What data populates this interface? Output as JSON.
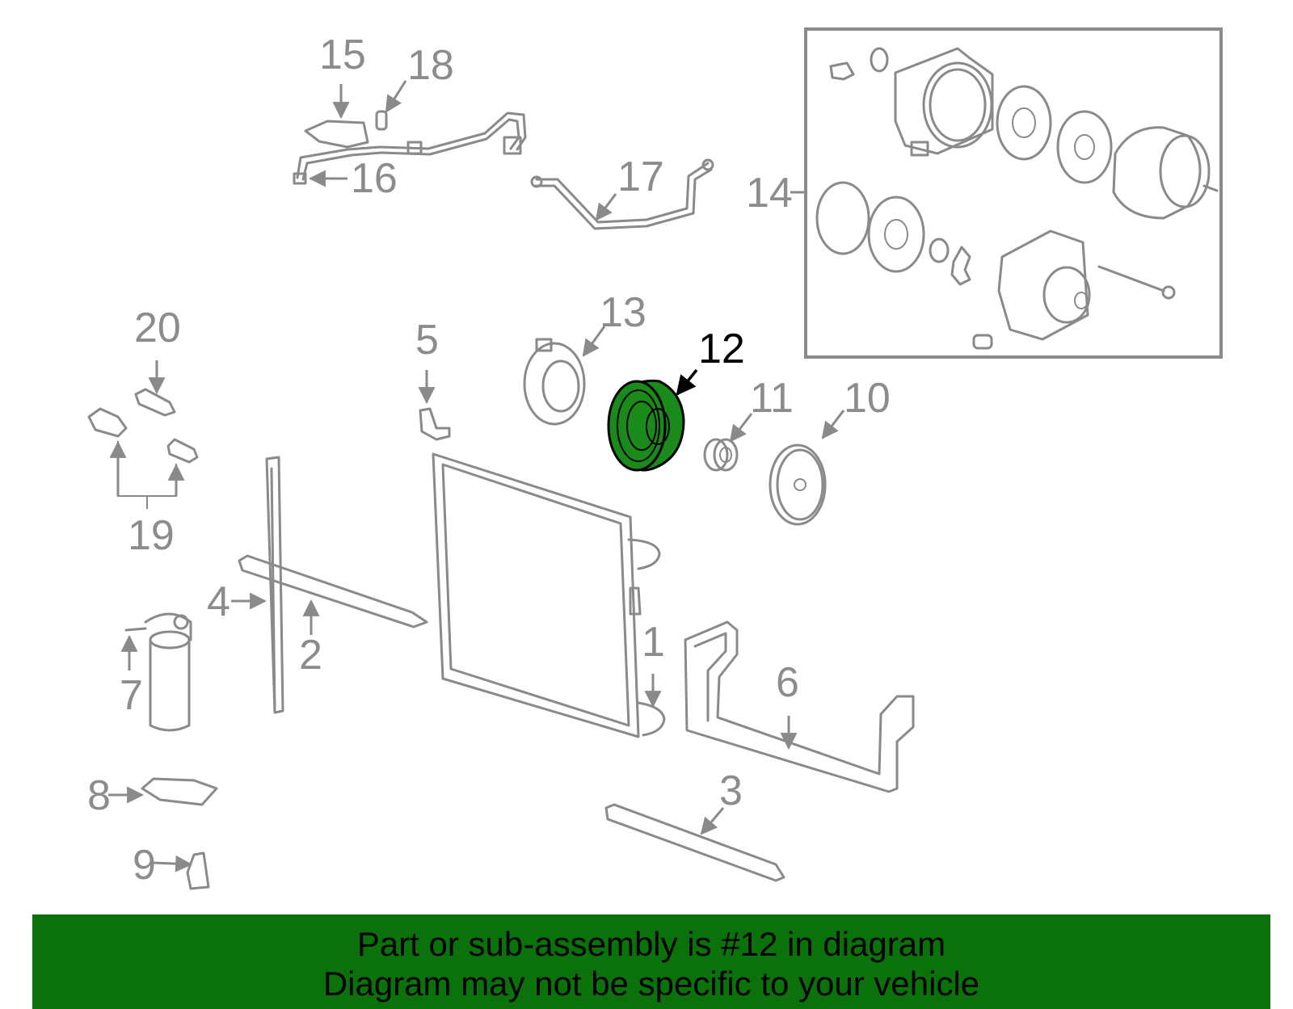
{
  "diagram": {
    "highlighted_part": "12",
    "callouts": [
      "1",
      "2",
      "3",
      "4",
      "5",
      "6",
      "7",
      "8",
      "9",
      "10",
      "11",
      "12",
      "13",
      "14",
      "15",
      "16",
      "17",
      "18",
      "19",
      "20"
    ],
    "colors": {
      "highlight_fill": "#1a8a1a",
      "banner_bg": "#0b720b",
      "line_gray": "#8a8a8a"
    }
  },
  "banner": {
    "line1": "Part or sub-assembly is #12 in diagram",
    "line2": "Diagram may not be specific to your vehicle"
  }
}
